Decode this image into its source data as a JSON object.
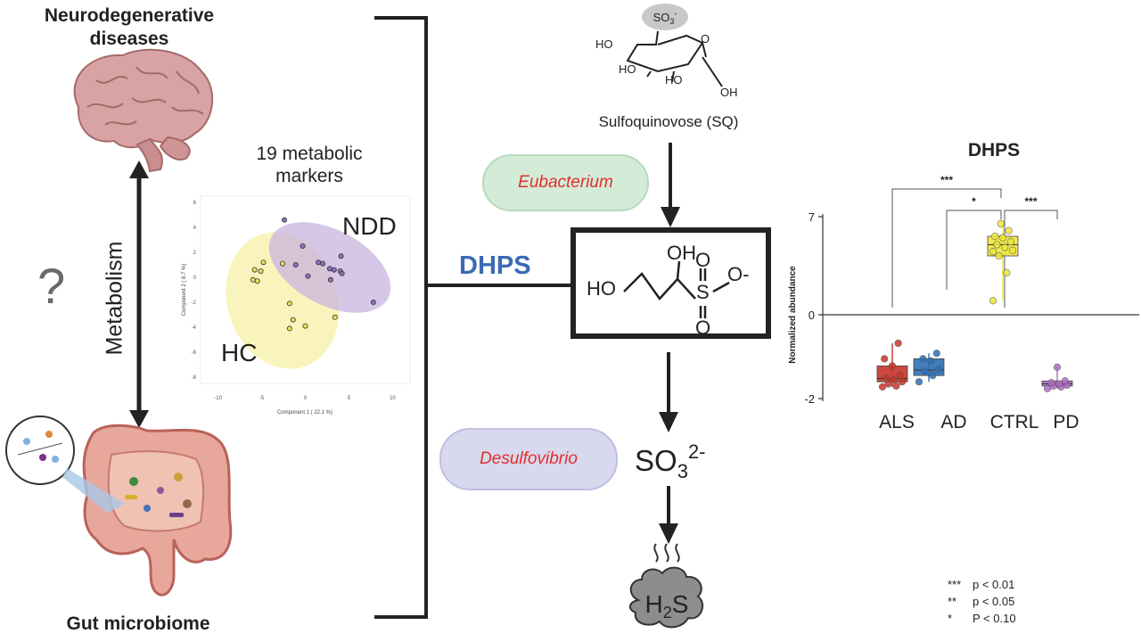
{
  "left": {
    "title_line1": "Neurodegenerative",
    "title_line2": "diseases",
    "metabolism_label": "Metabolism",
    "question_mark": "?",
    "gut_label": "Gut microbiome"
  },
  "pca": {
    "title_line1": "19 metabolic",
    "title_line2": "markers",
    "group_ndd": "NDD",
    "group_hc": "HC",
    "xlabel": "Component 1 ( 22.1 %)",
    "ylabel": "Component 2 ( 8.7 %)",
    "x_ticks": [
      "-10",
      "-5",
      "0",
      "5",
      "10"
    ],
    "y_ticks": [
      "6",
      "4",
      "2",
      "0",
      "-2",
      "-4",
      "-6",
      "-8"
    ]
  },
  "pathway": {
    "dhps_label": "DHPS",
    "sq_label": "Sulfoquinovose (SQ)",
    "sq_group": "SO3-",
    "sq_oh1": "HO",
    "sq_oh2": "HO",
    "sq_oh3": "HO",
    "sq_oh4": "OH",
    "sq_o": "O",
    "eubacterium": "Eubacterium",
    "desulfovibrio": "Desulfovibrio",
    "dhps_ho": "HO",
    "dhps_oh": "OH",
    "dhps_s": "S",
    "dhps_o1": "O",
    "dhps_o2": "O",
    "dhps_o3": "O-",
    "sulfite": "SO3 2-",
    "h2s": "H2S"
  },
  "box_chart": {
    "title": "DHPS",
    "ylabel": "Normalized abundance",
    "y_ticks": [
      "7",
      "0",
      "-2"
    ],
    "categories": [
      "ALS",
      "AD",
      "CTRL",
      "PD"
    ],
    "sig_labels": [
      "***",
      "*",
      "***"
    ]
  },
  "legend": {
    "rows": [
      {
        "stars": "***",
        "text": "p < 0.01"
      },
      {
        "stars": "**",
        "text": "p < 0.05"
      },
      {
        "stars": "*",
        "text": "P < 0.10"
      }
    ]
  },
  "chart_data": [
    {
      "type": "scatter",
      "xlabel": "Component 1 ( 22.1 %)",
      "ylabel": "Component 2 ( 8.7 %)",
      "xlim": [
        -12,
        12
      ],
      "ylim": [
        -8.5,
        6.5
      ],
      "series": [
        {
          "name": "HC",
          "color": "#f4ee9c",
          "x": [
            -6.0,
            -5.5,
            -5.8,
            -4.8,
            -2.6,
            -1.8,
            -1.8,
            -1.4,
            0.0,
            3.4,
            -5.1
          ],
          "y": [
            -0.2,
            -0.3,
            0.6,
            1.2,
            1.1,
            -2.1,
            -4.1,
            -3.4,
            -3.9,
            -3.2,
            0.5
          ]
        },
        {
          "name": "NDD",
          "color": "#c9b4df",
          "x": [
            -2.4,
            -0.3,
            1.5,
            2.0,
            2.8,
            3.3,
            4.0,
            4.1,
            2.9,
            4.2,
            7.8,
            -1.1,
            0.3
          ],
          "y": [
            4.6,
            2.5,
            1.2,
            1.1,
            0.7,
            0.6,
            0.5,
            1.7,
            -0.2,
            0.3,
            -2.0,
            1.0,
            0.1
          ]
        }
      ]
    },
    {
      "type": "box",
      "title": "DHPS",
      "ylabel": "Normalized abundance",
      "categories": [
        "ALS",
        "AD",
        "CTRL",
        "PD"
      ],
      "colors": [
        "#c8352b",
        "#2f6fb5",
        "#eee63c",
        "#b06cc7"
      ],
      "boxes": [
        {
          "min": -1.72,
          "q1": -1.6,
          "median": -1.52,
          "q3": -1.22,
          "max": -0.68
        },
        {
          "min": -1.6,
          "q1": -1.45,
          "median": -1.32,
          "q3": -1.05,
          "max": -0.92
        },
        {
          "min": 1.0,
          "q1": 4.2,
          "median": 5.0,
          "q3": 5.6,
          "max": 6.5
        },
        {
          "min": -1.76,
          "q1": -1.7,
          "median": -1.65,
          "q3": -1.58,
          "max": -1.25
        }
      ],
      "points": [
        [
          -1.72,
          -1.7,
          -1.65,
          -1.6,
          -1.55,
          -1.52,
          -1.45,
          -1.22,
          -1.05,
          -0.68
        ],
        [
          -1.6,
          -1.45,
          -1.35,
          -1.3,
          -1.1,
          -1.05,
          -0.92
        ],
        [
          1.0,
          3.0,
          4.2,
          4.6,
          4.8,
          5.0,
          5.2,
          5.5,
          5.6,
          6.0,
          6.5,
          4.5
        ],
        [
          -1.76,
          -1.72,
          -1.7,
          -1.68,
          -1.65,
          -1.62,
          -1.58,
          -1.25
        ]
      ],
      "ylim": [
        -2,
        7
      ],
      "significance": [
        {
          "pair": [
            "ALS",
            "CTRL"
          ],
          "label": "***"
        },
        {
          "pair": [
            "AD",
            "CTRL"
          ],
          "label": "*"
        },
        {
          "pair": [
            "CTRL",
            "PD"
          ],
          "label": "***"
        }
      ]
    }
  ]
}
